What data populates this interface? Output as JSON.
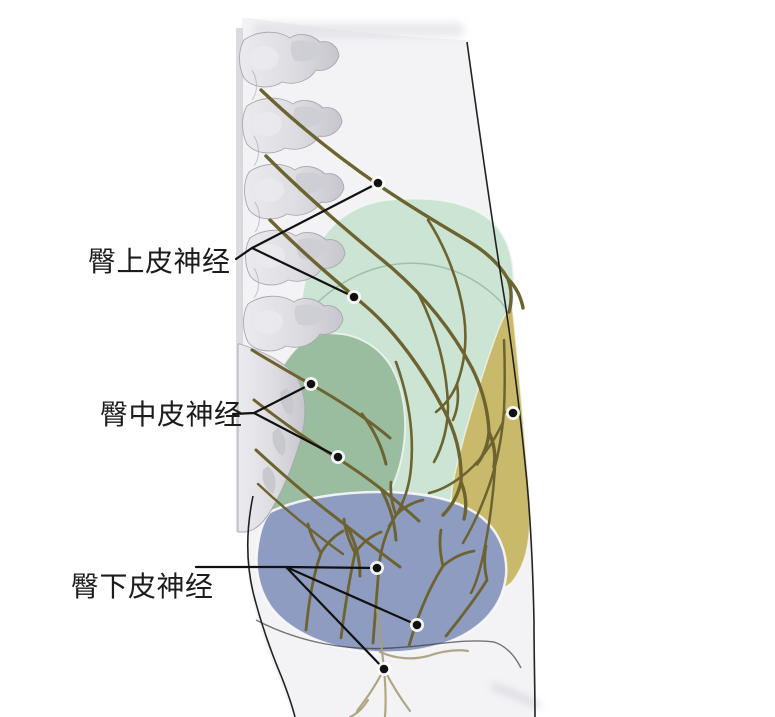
{
  "diagram": {
    "labels": [
      {
        "id": "superior",
        "text": "臀上皮神经"
      },
      {
        "id": "middle",
        "text": "臀中皮神经"
      },
      {
        "id": "inferior",
        "text": "臀下皮神经"
      }
    ],
    "colors": {
      "background": "#ffffff",
      "body_fill": "#f3f3f6",
      "superior_region": "#cbe4d3",
      "middle_region": "#9abc9f",
      "inferior_region": "#8d9cc0",
      "lateral_region": "#c9b96a",
      "nerve": "#6d6330",
      "nerve_faint": "#a89f78",
      "bone_light": "#e8e8ec",
      "bone_dark": "#c9c9d0",
      "outline": "#222222",
      "leader": "#111111"
    }
  }
}
